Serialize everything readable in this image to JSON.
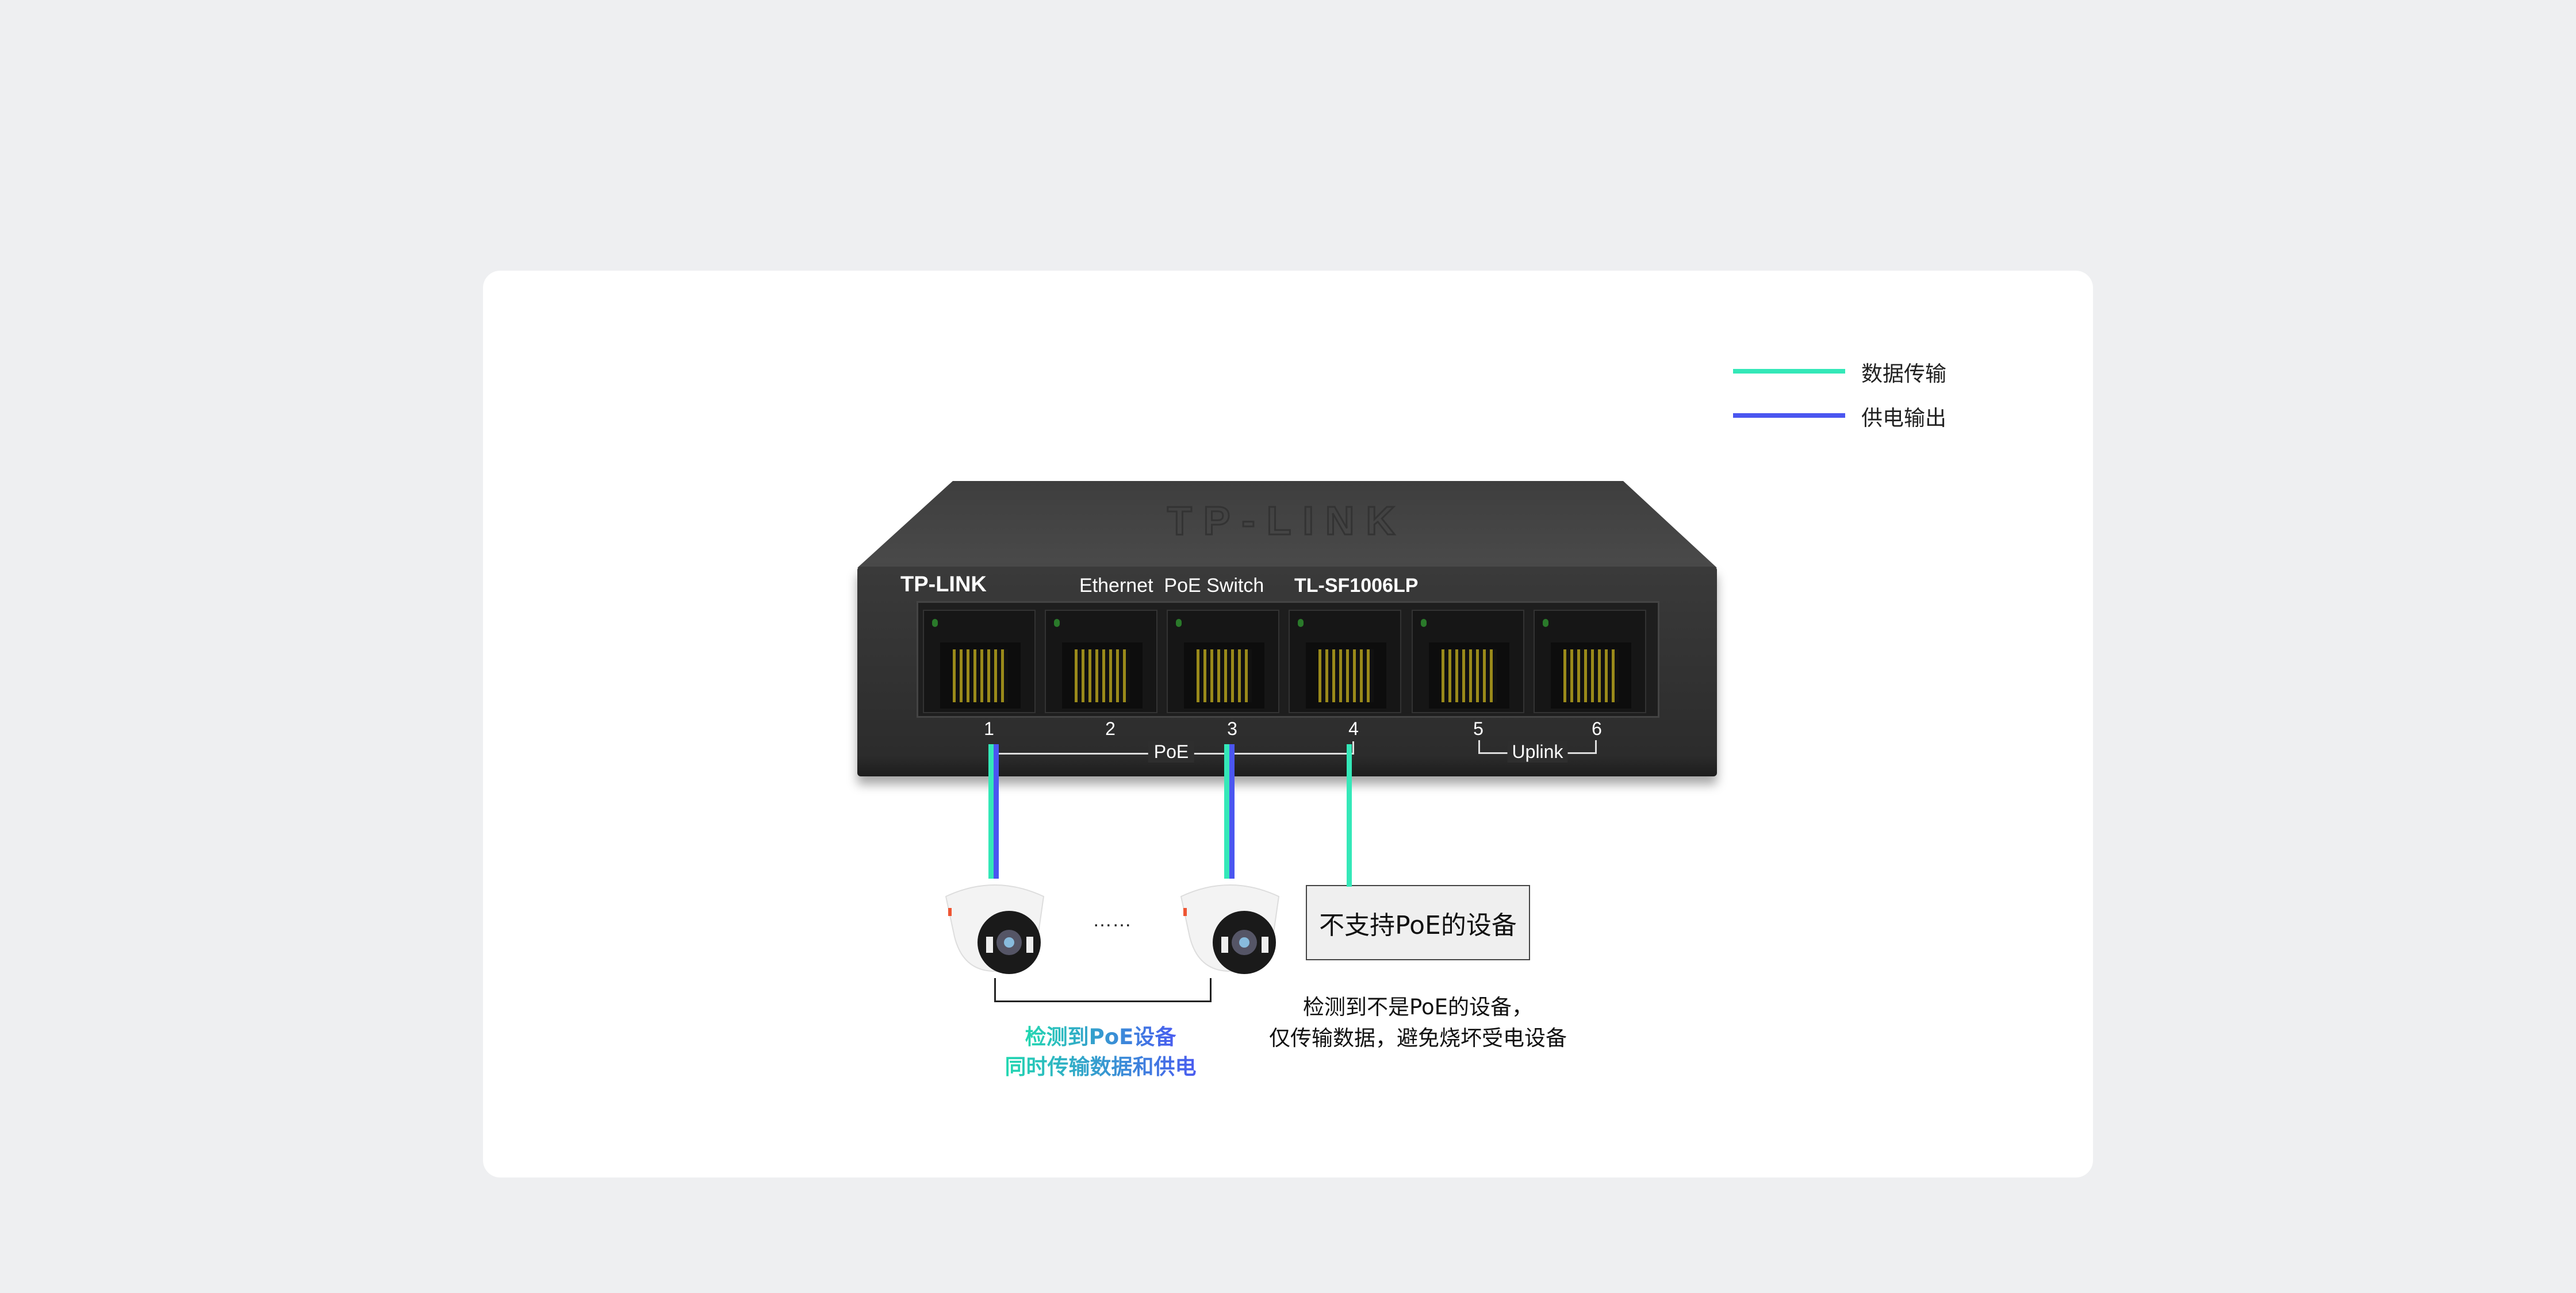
{
  "legend": [
    {
      "label": "数据传输",
      "color": "#34e8b8"
    },
    {
      "label": "供电输出",
      "color": "#4a56f0"
    }
  ],
  "switch": {
    "brand": "TP-LINK",
    "type": "Ethernet  PoE Switch",
    "model": "TL-SF1006LP",
    "ports": [
      "1",
      "2",
      "3",
      "4",
      "5",
      "6"
    ],
    "poe_label": "PoE",
    "uplink_label": "Uplink"
  },
  "cameras": {
    "ellipsis": "……"
  },
  "non_poe_device": {
    "label": "不支持PoE的设备"
  },
  "poe_note": [
    "检测到PoE设备",
    "同时传输数据和供电"
  ],
  "non_poe_note": [
    "检测到不是PoE的设备，",
    "仅传输数据，避免烧坏受电设备"
  ]
}
